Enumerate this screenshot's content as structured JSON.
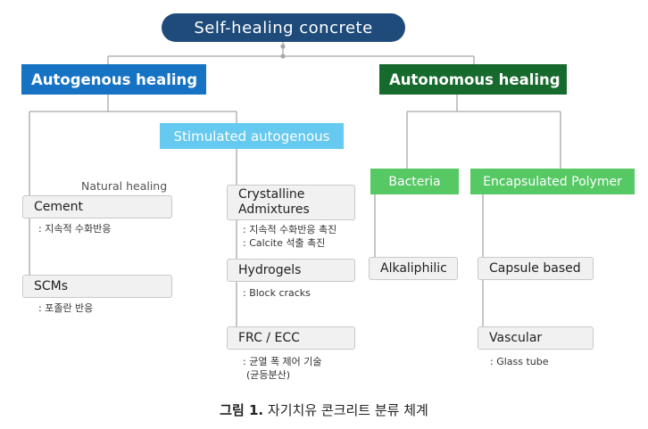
{
  "root": "Self-healing concrete",
  "autogenous": {
    "label": "Autogenous healing",
    "natural_label": "Natural healing",
    "stimulated_label": "Stimulated autogenous",
    "cement": {
      "label": "Cement",
      "note": ": 지속적 수화반응"
    },
    "scms": {
      "label": "SCMs",
      "note": ": 포졸란 반응"
    },
    "crystalline": {
      "label_line1": "Crystalline",
      "label_line2": "Admixtures",
      "note_line1": ": 지속적 수화반응 촉진",
      "note_line2": ": Calcite 석출 촉진"
    },
    "hydrogels": {
      "label": "Hydrogels",
      "note": ": Block cracks"
    },
    "frc": {
      "label": "FRC / ECC",
      "note_line1": ": 균열 폭 제어 기술",
      "note_line2": "(균등분산)"
    }
  },
  "autonomous": {
    "label": "Autonomous healing",
    "bacteria": {
      "label": "Bacteria",
      "alkaliphilic": "Alkaliphilic"
    },
    "polymer": {
      "label": "Encapsulated Polymer",
      "capsule": "Capsule based",
      "vascular": "Vascular",
      "vascular_note": ": Glass tube"
    }
  },
  "caption": {
    "prefix": "그림 1.",
    "text": "자기치유 콘크리트 분류 체계"
  },
  "colors": {
    "root": "#1e4b7a",
    "autogenous": "#1673c4",
    "autonomous": "#176a2e",
    "stimulated": "#66c9ef",
    "sub_green": "#56c864",
    "leaf_bg": "#f1f1f1",
    "connector": "#a8a8a8"
  }
}
